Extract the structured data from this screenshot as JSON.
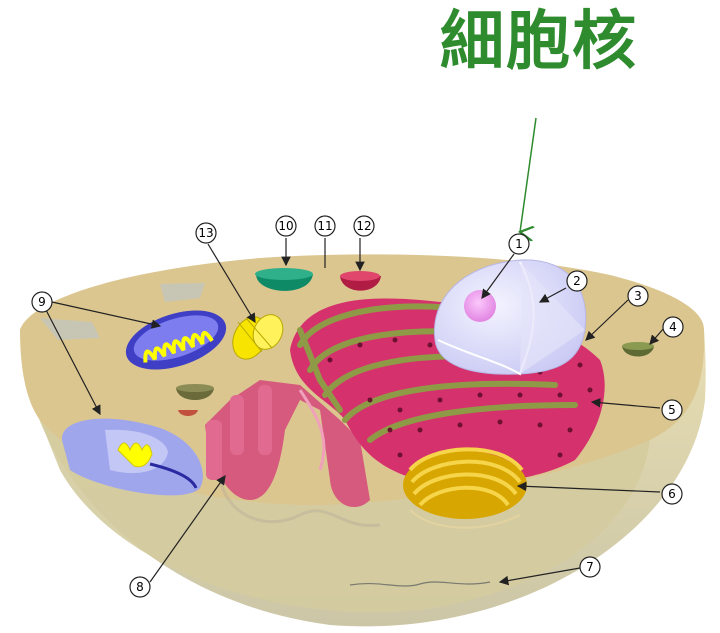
{
  "title": {
    "text": "細胞核",
    "color": "#2e8b2e"
  },
  "markers": [
    {
      "id": "1",
      "label": "1"
    },
    {
      "id": "2",
      "label": "2"
    },
    {
      "id": "3",
      "label": "3"
    },
    {
      "id": "4",
      "label": "4"
    },
    {
      "id": "5",
      "label": "5"
    },
    {
      "id": "6",
      "label": "6"
    },
    {
      "id": "7",
      "label": "7"
    },
    {
      "id": "8",
      "label": "8"
    },
    {
      "id": "9",
      "label": "9"
    },
    {
      "id": "10",
      "label": "10"
    },
    {
      "id": "11",
      "label": "11"
    },
    {
      "id": "12",
      "label": "12"
    },
    {
      "id": "13",
      "label": "13"
    }
  ],
  "colors": {
    "cytoplasm_top": "#dcc690",
    "cytoplasm_body": "#d9d0a6",
    "nucleus": "#dcdcff",
    "nucleolus": "#f19af1",
    "er": "#d5316d",
    "er_stroke": "#8f9a46",
    "golgi": "#e9be2a",
    "mitochondria": "#5a5ad8",
    "mito_inner": "#ffff00",
    "vesicle_green": "#0e8a66",
    "vesicle_red": "#c0204a",
    "arrow_green": "#2e8b2e"
  }
}
